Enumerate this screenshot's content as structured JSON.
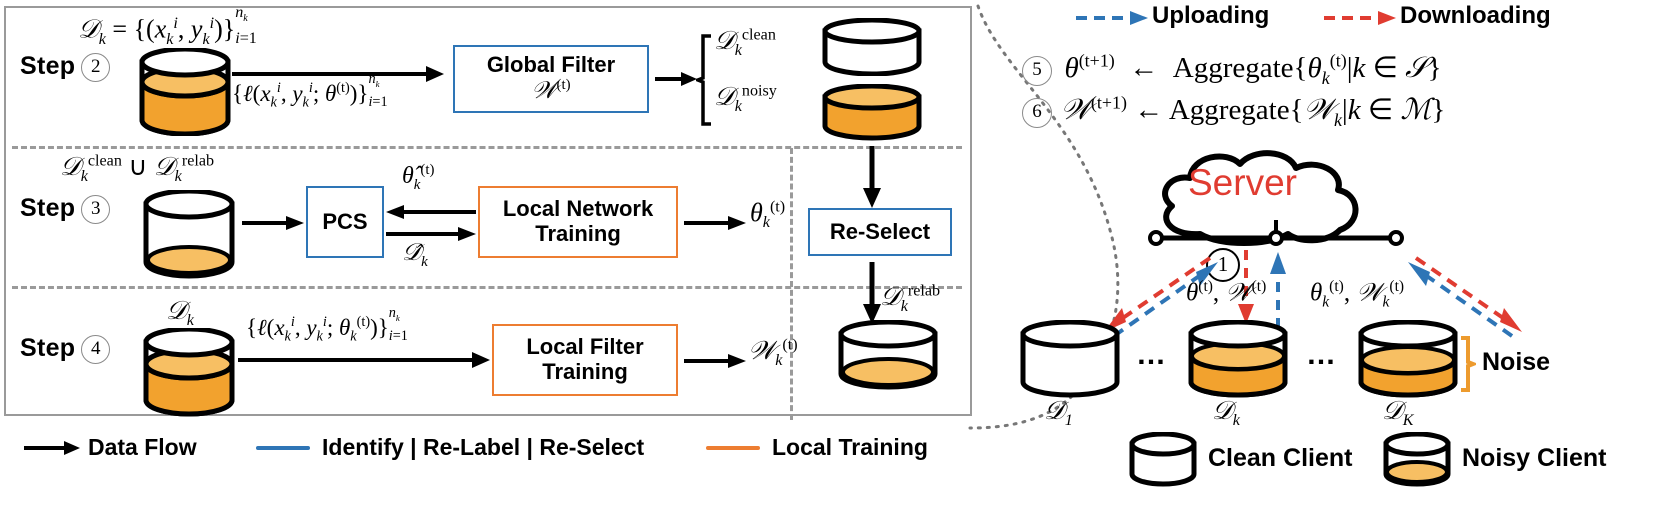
{
  "figure": {
    "title": "Federated learning with noisy labels pipeline",
    "colors": {
      "blue": "#2e75b6",
      "orange": "#ed7d31",
      "orange_fill_dark": "#f2a22e",
      "orange_fill_light": "#f7bf63",
      "red": "#e03c31",
      "gray": "#9a9a9a",
      "black": "#000000"
    }
  },
  "left_panel": {
    "steps": [
      {
        "id": "step2",
        "label": "Step",
        "number": "②",
        "dataset_caption": "𝒟ₖ = {(xₖⁱ, yₖⁱ)}ⁿᵏ_{i=1}",
        "arrow_caption": "{ℓ(xₖⁱ, yₖⁱ; θ⁽ᵗ⁾)}ⁿᵏ_{i=1}",
        "box_title": "Global Filter",
        "box_subtitle": "𝒲⁽ᵗ⁾",
        "outputs": [
          "𝒟ₖ^clean",
          "𝒟ₖ^noisy"
        ]
      },
      {
        "id": "step3",
        "label": "Step",
        "number": "③",
        "dataset_caption": "𝒟ₖ^clean ∪ 𝒟ₖ^relab",
        "box1_title": "PCS",
        "arrow_top_caption": "θ̂ₖ⁽ᵗ⁾",
        "arrow_bottom_caption": "𝒟̂ₖ",
        "box2_title": "Local Network",
        "box2_subtitle": "Training",
        "output": "θₖ⁽ᵗ⁾"
      },
      {
        "id": "step4",
        "label": "Step",
        "number": "④",
        "dataset_caption": "𝒟ₖ",
        "arrow_caption": "{ℓ(xₖⁱ, yₖⁱ; θₖ⁽ᵗ⁾)}ⁿᵏ_{i=1}",
        "box_title": "Local Filter",
        "box_subtitle": "Training",
        "output": "𝒲ₖ⁽ᵗ⁾"
      }
    ],
    "reselect_column": {
      "clean_label": "𝒟ₖ^clean",
      "noisy_label": "𝒟ₖ^noisy",
      "box_title": "Re-Select",
      "output_label": "𝒟ₖ^relab"
    }
  },
  "legend_bottom_left": {
    "items": [
      {
        "name": "data-flow",
        "label": "Data Flow",
        "color": "#000000",
        "style": "arrow"
      },
      {
        "name": "identify-relabel-reselect",
        "label": "Identify | Re-Label | Re-Select",
        "color": "#2e75b6",
        "style": "line"
      },
      {
        "name": "local-training",
        "label": "Local Training",
        "color": "#ed7d31",
        "style": "line"
      }
    ]
  },
  "right_panel": {
    "legend_top": [
      {
        "name": "uploading",
        "label": "Uploading",
        "color": "#2e75b6"
      },
      {
        "name": "downloading",
        "label": "Downloading",
        "color": "#e03c31"
      }
    ],
    "equations": [
      {
        "number": "⑤",
        "text": "θ⁽ᵗ⁺¹⁾ ← Aggregate{θₖ⁽ᵗ⁾|k ∈ 𝒮}"
      },
      {
        "number": "⑥",
        "text": "𝒲⁽ᵗ⁺¹⁾ ← Aggregate{𝒲ₖ|k ∈ ℳ}"
      }
    ],
    "server_label": "Server",
    "step_circle": "①",
    "flow_labels": [
      "θ⁽ᵗ⁾, 𝒲⁽ᵗ⁾",
      "θₖ⁽ᵗ⁾, 𝒲ₖ⁽ᵗ⁾"
    ],
    "clients": [
      {
        "name": "client-1",
        "label": "𝒟₁",
        "type": "clean"
      },
      {
        "name": "ellipsis-1",
        "label": "⋯",
        "type": "ellipsis"
      },
      {
        "name": "client-k",
        "label": "𝒟ₖ",
        "type": "noisy"
      },
      {
        "name": "ellipsis-2",
        "label": "⋯",
        "type": "ellipsis"
      },
      {
        "name": "client-K",
        "label": "𝒟_K",
        "type": "noisy"
      }
    ],
    "noise_label": "Noise",
    "legend_bottom": [
      {
        "name": "clean-client",
        "label": "Clean Client",
        "type": "clean"
      },
      {
        "name": "noisy-client",
        "label": "Noisy Client",
        "type": "noisy"
      }
    ]
  }
}
